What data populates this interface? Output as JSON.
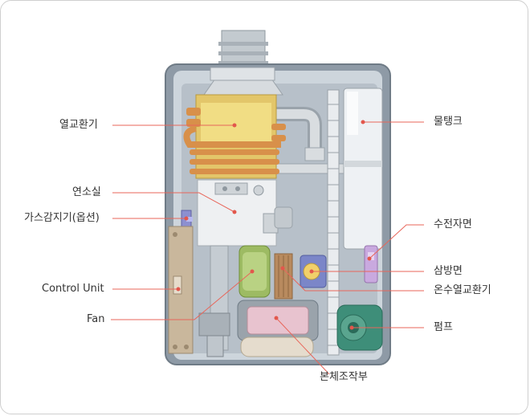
{
  "diagram": {
    "colors": {
      "leader_line": "#e8665a",
      "leader_dot": "#e2574c",
      "casing": "#8e9aa6",
      "casing_inner": "#b7c0c9",
      "heat_exchanger": "#f1dd84",
      "copper_pipe": "#d8904a",
      "fan": "#9dbb63",
      "pump": "#3e8e79",
      "control_unit": "#c9b79c",
      "body_controller": "#e8c3cf"
    },
    "labels": {
      "heat_exchanger": "열교환기",
      "combustion_chamber": "연소실",
      "gas_sensor": "가스감지기(옵션)",
      "control_unit": "Control Unit",
      "fan": "Fan",
      "water_tank": "물탱크",
      "water_level_sensor": "수전자면",
      "three_way_valve": "삼방면",
      "hot_water_heat_exchanger": "온수열교환기",
      "pump": "펌프",
      "body_controller": "본체조작부"
    }
  }
}
